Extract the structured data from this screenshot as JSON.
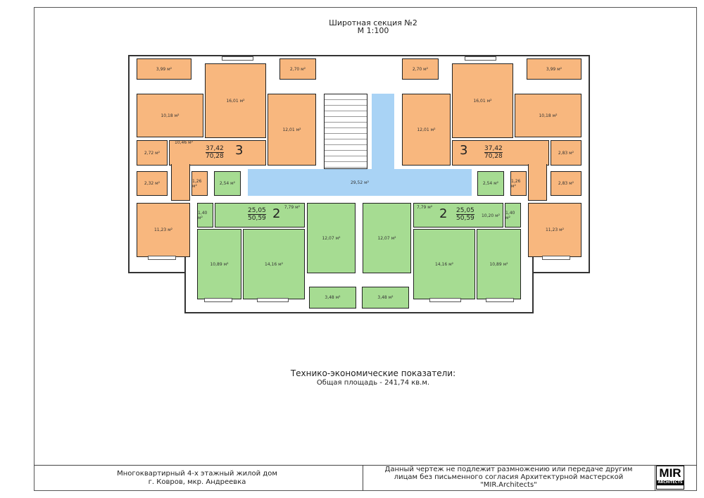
{
  "header": {
    "title": "Широтная секция №2",
    "scale": "М 1:100"
  },
  "left": {
    "rooms": [
      "3,99 м²",
      "10,18 м²",
      "16,01 м²",
      "2,70 м²",
      "12,01 м²",
      "2,72 м²",
      "10,46 м²",
      "2,32 м²",
      "1,26 м²",
      "2,54 м²",
      "11,23 м²",
      "1,40 м²",
      "7,79 м²",
      "10,89 м²",
      "14,16 м²",
      "12,07 м²",
      "3,48 м²"
    ],
    "apt3": {
      "rooms": "3",
      "living": "37,42",
      "total": "70,28"
    },
    "apt2": {
      "rooms": "2",
      "living": "25,05",
      "total": "50,59"
    }
  },
  "right": {
    "rooms": [
      "3,99 м²",
      "10,18 м²",
      "16,01 м²",
      "2,70 м²",
      "12,01 м²",
      "2,83 м²",
      "2,83 м²",
      "1,26 м²",
      "2,54 м²",
      "11,23 м²",
      "1,40 м²",
      "7,79 м²",
      "10,20 м²",
      "10,89 м²",
      "14,16 м²",
      "12,07 м²",
      "3,48 м²"
    ],
    "apt3": {
      "rooms": "3",
      "living": "37,42",
      "total": "70,28"
    },
    "apt2": {
      "rooms": "2",
      "living": "25,05",
      "total": "50,59"
    }
  },
  "common": {
    "corridor": "29,52 м²"
  },
  "indicators": {
    "title": "Технико-экономические показатели:",
    "total_area": "Общая площадь - 241,74 кв.м."
  },
  "title_block": {
    "project_line1": "Многоквартирный 4-х этажный жилой дом",
    "project_line2": "г. Ковров, мкр. Андреевка",
    "notice_line1": "Данный чертеж не подлежит размножению или передаче другим",
    "notice_line2": "лицам без письменного согласия Архитектурной мастерской",
    "notice_line3": "\"MIR.Architects\"",
    "logo_main": "MIR",
    "logo_sub": "ARCHITECTS"
  },
  "colors": {
    "three_room": "#f8b77e",
    "two_room": "#a6dc92",
    "common": "#a9d3f5"
  }
}
